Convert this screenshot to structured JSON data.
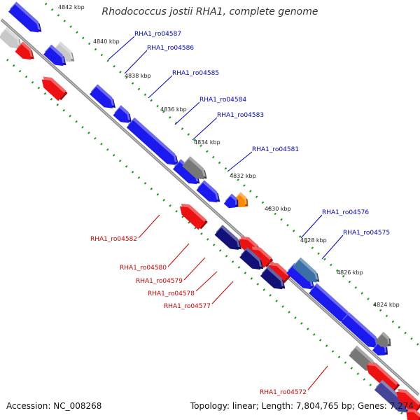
{
  "title": "Rhodococcus jostii RHA1, complete genome",
  "footer": {
    "accession": "Accession: NC_008268",
    "topology": "Topology: linear; Length: 7,804,765 bp; Genes: 7,274"
  },
  "colors": {
    "forward": "#1a1aee",
    "reverse": "#ee1111",
    "gray": "#777777",
    "light_gray": "#c8c8c8",
    "navy": "#111177",
    "orange": "#ff8800",
    "backbone": "#888888",
    "tick_dots": "#119911",
    "forward_label": "#0000cc",
    "reverse_label": "#cc0000"
  },
  "axis": {
    "ticks": [
      {
        "label": "4842 kbp"
      },
      {
        "label": "4840 kbp"
      },
      {
        "label": "4838 kbp"
      },
      {
        "label": "4836 kbp"
      },
      {
        "label": "4834 kbp"
      },
      {
        "label": "4832 kbp"
      },
      {
        "label": "4830 kbp"
      },
      {
        "label": "4828 kbp"
      },
      {
        "label": "4826 kbp"
      },
      {
        "label": "4824 kbp"
      }
    ]
  },
  "forward_labels": [
    "RHA1_ro04587",
    "RHA1_ro04586",
    "RHA1_ro04585",
    "RHA1_ro04584",
    "RHA1_ro04583",
    "RHA1_ro04581",
    "RHA1_ro04576",
    "RHA1_ro04575"
  ],
  "reverse_labels": [
    "RHA1_ro04582",
    "RHA1_ro04580",
    "RHA1_ro04579",
    "RHA1_ro04578",
    "RHA1_ro04577",
    "RHA1_ro04572"
  ]
}
